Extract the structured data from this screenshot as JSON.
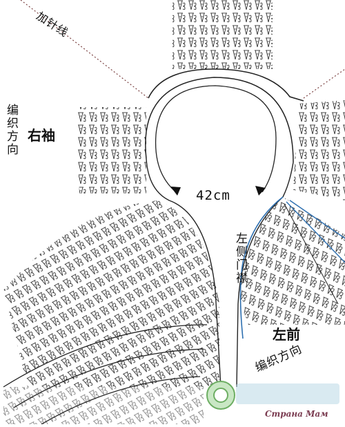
{
  "labels": {
    "increase_line": "加针线",
    "direction_left": "编织方向",
    "right_sleeve": "右袖",
    "circumference": "42cm",
    "left_placket": "左侧门襟",
    "left_front": "左前",
    "direction_right": "编织方向"
  },
  "watermark": {
    "site": "Страна Мам"
  },
  "colors": {
    "line": "#222222",
    "placket": "#2d6fb0",
    "stitch": "#333333",
    "dotted": "#7a4040"
  },
  "icons": [
    "arrow-left-icon",
    "arrow-right-icon",
    "logo-icon"
  ]
}
